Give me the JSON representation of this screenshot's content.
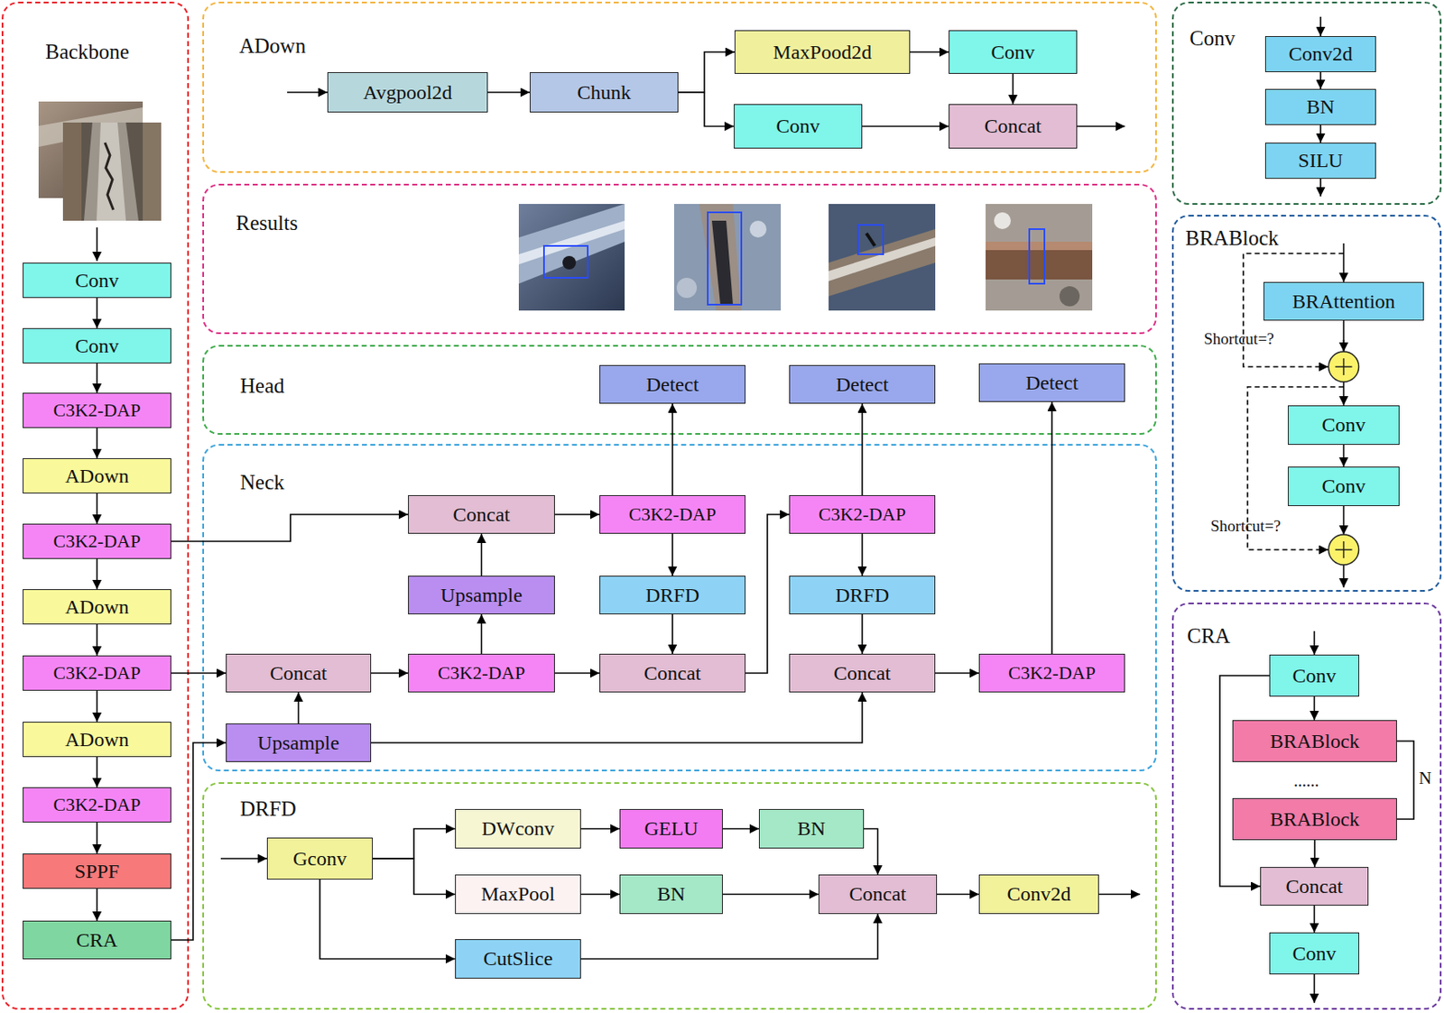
{
  "diagram": {
    "nodes": [
      {
        "text": [
          "Backbone"
        ]
      },
      {
        "text": [
          "Conv"
        ],
        "in": 0
      },
      {
        "text": [
          "Conv"
        ],
        "in": 0
      },
      {
        "text": [
          "C3K2-DAP"
        ],
        "in": 0
      },
      {
        "text": [
          "ADown"
        ],
        "in": 0
      },
      {
        "text": [
          "C3K2-DAP"
        ],
        "in": 0
      },
      {
        "text": [
          "ADown"
        ],
        "in": 0
      },
      {
        "text": [
          "C3K2-DAP"
        ],
        "in": 0
      },
      {
        "text": [
          "ADown"
        ],
        "in": 0
      },
      {
        "text": [
          "C3K2-DAP"
        ],
        "in": 0
      },
      {
        "text": [
          "SPPF"
        ],
        "in": 0
      },
      {
        "text": [
          "CRA"
        ],
        "in": 0
      },
      {
        "text": [
          "ADown"
        ]
      },
      {
        "text": [
          "Avgpool2d"
        ],
        "in": 12
      },
      {
        "text": [
          "Chunk"
        ],
        "in": 12
      },
      {
        "text": [
          "MaxPood2d"
        ],
        "in": 12
      },
      {
        "text": [
          "Conv"
        ],
        "in": 12
      },
      {
        "text": [
          "Conv"
        ],
        "in": 12
      },
      {
        "text": [
          "Concat"
        ],
        "in": 12
      },
      {
        "text": [
          "Results"
        ]
      },
      {
        "text": [
          "Head"
        ]
      },
      {
        "text": [
          "Detect"
        ],
        "in": 20
      },
      {
        "text": [
          "Detect"
        ],
        "in": 20
      },
      {
        "text": [
          "Detect"
        ],
        "in": 20
      },
      {
        "text": [
          "Neck"
        ]
      },
      {
        "text": [
          "Concat"
        ],
        "in": 24
      },
      {
        "text": [
          "C3K2-DAP"
        ],
        "in": 24
      },
      {
        "text": [
          "C3K2-DAP"
        ],
        "in": 24
      },
      {
        "text": [
          "Upsample"
        ],
        "in": 24
      },
      {
        "text": [
          "DRFD"
        ],
        "in": 24
      },
      {
        "text": [
          "DRFD"
        ],
        "in": 24
      },
      {
        "text": [
          "Concat"
        ],
        "in": 24
      },
      {
        "text": [
          "C3K2-DAP"
        ],
        "in": 24
      },
      {
        "text": [
          "Concat"
        ],
        "in": 24
      },
      {
        "text": [
          "Concat"
        ],
        "in": 24
      },
      {
        "text": [
          "C3K2-DAP"
        ],
        "in": 24
      },
      {
        "text": [
          "Upsample"
        ],
        "in": 24
      },
      {
        "text": [
          "DRFD"
        ]
      },
      {
        "text": [
          "Gconv"
        ],
        "in": 37
      },
      {
        "text": [
          "DWconv"
        ],
        "in": 37
      },
      {
        "text": [
          "GELU"
        ],
        "in": 37
      },
      {
        "text": [
          "BN"
        ],
        "in": 37
      },
      {
        "text": [
          "MaxPool"
        ],
        "in": 37
      },
      {
        "text": [
          "BN"
        ],
        "in": 37
      },
      {
        "text": [
          "Concat"
        ],
        "in": 37
      },
      {
        "text": [
          "Conv2d"
        ],
        "in": 37
      },
      {
        "text": [
          "CutSlice"
        ],
        "in": 37
      },
      {
        "text": [
          "Conv"
        ]
      },
      {
        "text": [
          "Conv2d"
        ],
        "in": 47
      },
      {
        "text": [
          "BN"
        ],
        "in": 47
      },
      {
        "text": [
          "SILU"
        ],
        "in": 47
      },
      {
        "text": [
          "BRABlock"
        ]
      },
      {
        "text": [
          "BRAttention"
        ],
        "in": 51
      },
      {
        "text": [
          "Conv"
        ],
        "in": 51
      },
      {
        "text": [
          "Conv"
        ],
        "in": 51
      },
      {
        "text": [
          "CRA"
        ]
      },
      {
        "text": [
          "Conv"
        ],
        "in": 55
      },
      {
        "text": [
          "BRABlock"
        ],
        "in": 55
      },
      {
        "text": [
          "BRABlock"
        ],
        "in": 55
      },
      {
        "text": [
          "Concat"
        ],
        "in": 55
      },
      {
        "text": [
          "Conv"
        ],
        "in": 55
      }
    ],
    "edges": [
      {
        "from": 1,
        "to": 2,
        "arrow": "to"
      },
      {
        "from": 2,
        "to": 3,
        "arrow": "to"
      },
      {
        "from": 3,
        "to": 4,
        "arrow": "to"
      },
      {
        "from": 4,
        "to": 5,
        "arrow": "to"
      },
      {
        "from": 5,
        "to": 6,
        "arrow": "to"
      },
      {
        "from": 6,
        "to": 7,
        "arrow": "to"
      },
      {
        "from": 7,
        "to": 8,
        "arrow": "to"
      },
      {
        "from": 8,
        "to": 9,
        "arrow": "to"
      },
      {
        "from": 9,
        "to": 10,
        "arrow": "to"
      },
      {
        "from": 10,
        "to": 11,
        "arrow": "to"
      },
      {
        "from": 5,
        "to": 25,
        "arrow": "to"
      },
      {
        "from": 7,
        "to": 31,
        "arrow": "to"
      },
      {
        "from": 11,
        "to": 36,
        "arrow": "to"
      },
      {
        "from": 13,
        "to": 14,
        "arrow": "to"
      },
      {
        "from": 14,
        "to": 15,
        "arrow": "to"
      },
      {
        "from": 14,
        "to": 17,
        "arrow": "to"
      },
      {
        "from": 15,
        "to": 16,
        "arrow": "to"
      },
      {
        "from": 16,
        "to": 18,
        "arrow": "to"
      },
      {
        "from": 17,
        "to": 18,
        "arrow": "to"
      },
      {
        "from": 36,
        "to": 31,
        "arrow": "to"
      },
      {
        "from": 36,
        "to": 34,
        "arrow": "to"
      },
      {
        "from": 31,
        "to": 32,
        "arrow": "to"
      },
      {
        "from": 32,
        "to": 28,
        "arrow": "to"
      },
      {
        "from": 32,
        "to": 33,
        "arrow": "to"
      },
      {
        "from": 28,
        "to": 25,
        "arrow": "to"
      },
      {
        "from": 25,
        "to": 26,
        "arrow": "to"
      },
      {
        "from": 26,
        "to": 29,
        "arrow": "to"
      },
      {
        "from": 26,
        "to": 21,
        "arrow": "to"
      },
      {
        "from": 29,
        "to": 33,
        "arrow": "to"
      },
      {
        "from": 33,
        "to": 27,
        "arrow": "to"
      },
      {
        "from": 27,
        "to": 22,
        "arrow": "to"
      },
      {
        "from": 27,
        "to": 30,
        "arrow": "to"
      },
      {
        "from": 30,
        "to": 34,
        "arrow": "to"
      },
      {
        "from": 34,
        "to": 35,
        "arrow": "to"
      },
      {
        "from": 35,
        "to": 23,
        "arrow": "to"
      },
      {
        "from": 38,
        "to": 39,
        "arrow": "to"
      },
      {
        "from": 38,
        "to": 42,
        "arrow": "to"
      },
      {
        "from": 38,
        "to": 46,
        "arrow": "to"
      },
      {
        "from": 39,
        "to": 40,
        "arrow": "to"
      },
      {
        "from": 40,
        "to": 41,
        "arrow": "to"
      },
      {
        "from": 41,
        "to": 44,
        "arrow": "to"
      },
      {
        "from": 42,
        "to": 43,
        "arrow": "to"
      },
      {
        "from": 43,
        "to": 44,
        "arrow": "to"
      },
      {
        "from": 46,
        "to": 44,
        "arrow": "to"
      },
      {
        "from": 44,
        "to": 45,
        "arrow": "to"
      },
      {
        "from": 48,
        "to": 49,
        "arrow": "to"
      },
      {
        "from": 49,
        "to": 50,
        "arrow": "to"
      },
      {
        "from": 52,
        "to": 53,
        "arrow": "to"
      },
      {
        "from": 53,
        "to": 54,
        "arrow": "to"
      },
      {
        "from": 56,
        "to": 57,
        "arrow": "to"
      },
      {
        "from": 58,
        "to": 59,
        "arrow": "to"
      },
      {
        "from": 56,
        "to": 59,
        "arrow": "to"
      },
      {
        "from": 59,
        "to": 60,
        "arrow": "to"
      }
    ],
    "labels": [
      "Shortcut=?",
      "Shortcut=?",
      "......",
      "N"
    ]
  }
}
